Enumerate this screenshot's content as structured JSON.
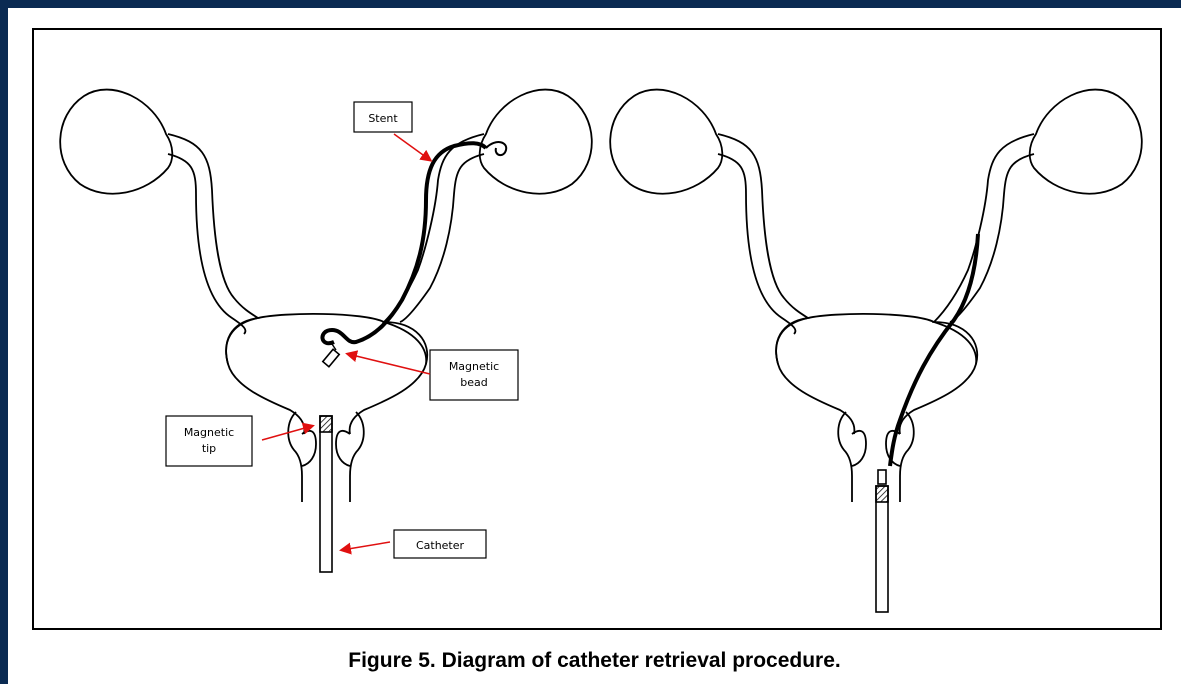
{
  "figure": {
    "caption": "Figure 5. Diagram of catheter retrieval procedure.",
    "labels": {
      "stent": "Stent",
      "magnetic_bead_1": "Magnetic",
      "magnetic_bead_2": "bead",
      "magnetic_tip_1": "Magnetic",
      "magnetic_tip_2": "tip",
      "catheter": "Catheter"
    }
  },
  "colors": {
    "background": "#0a2a52",
    "arrow": "#e01010",
    "line": "#000000"
  }
}
